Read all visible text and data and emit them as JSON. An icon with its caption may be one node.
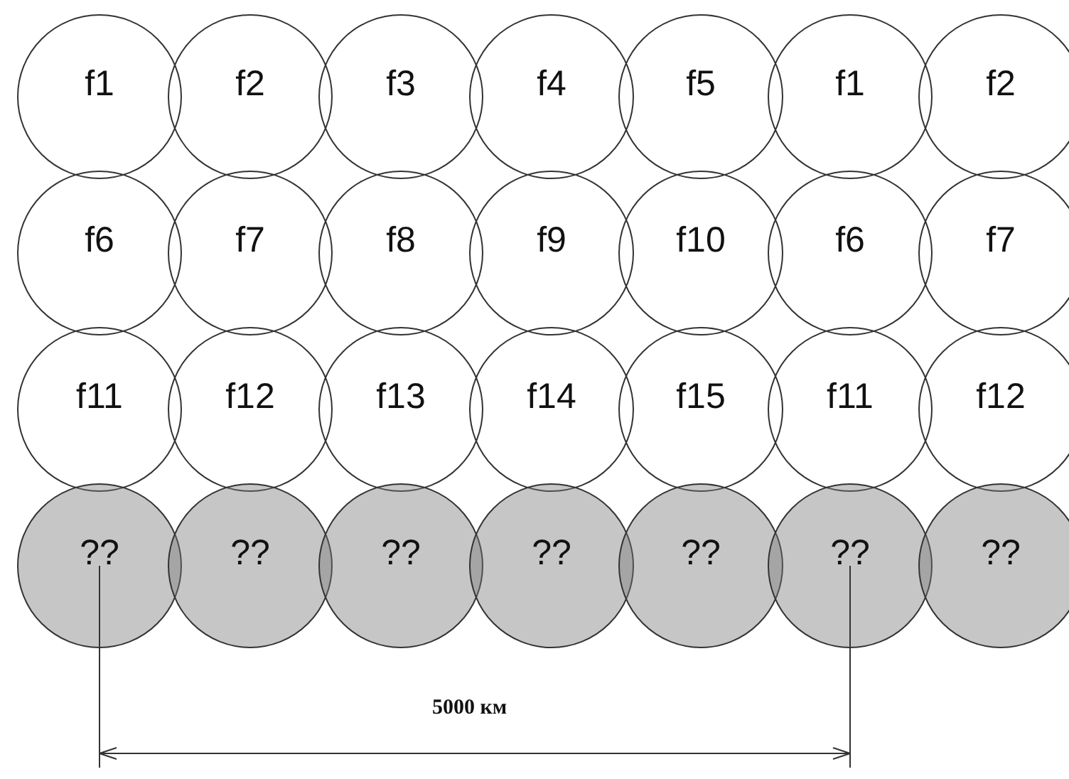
{
  "diagram": {
    "nodes": [
      {
        "text": [
          "f1"
        ]
      },
      {
        "text": [
          "f2"
        ]
      },
      {
        "text": [
          "f3"
        ]
      },
      {
        "text": [
          "f4"
        ]
      },
      {
        "text": [
          "f5"
        ]
      },
      {
        "text": [
          "f1"
        ]
      },
      {
        "text": [
          "f2"
        ]
      },
      {
        "text": [
          "f6"
        ]
      },
      {
        "text": [
          "f7"
        ]
      },
      {
        "text": [
          "f8"
        ]
      },
      {
        "text": [
          "f9"
        ]
      },
      {
        "text": [
          "f10"
        ]
      },
      {
        "text": [
          "f6"
        ]
      },
      {
        "text": [
          "f7"
        ]
      },
      {
        "text": [
          "f11"
        ]
      },
      {
        "text": [
          "f12"
        ]
      },
      {
        "text": [
          "f13"
        ]
      },
      {
        "text": [
          "f14"
        ]
      },
      {
        "text": [
          "f15"
        ]
      },
      {
        "text": [
          "f11"
        ]
      },
      {
        "text": [
          "f12"
        ]
      },
      {
        "text": [
          "??"
        ]
      },
      {
        "text": [
          "??"
        ]
      },
      {
        "text": [
          "??"
        ]
      },
      {
        "text": [
          "??"
        ]
      },
      {
        "text": [
          "??"
        ]
      },
      {
        "text": [
          "??"
        ]
      },
      {
        "text": [
          "??"
        ]
      }
    ],
    "edges": [],
    "labels": [
      "5000 км"
    ]
  }
}
